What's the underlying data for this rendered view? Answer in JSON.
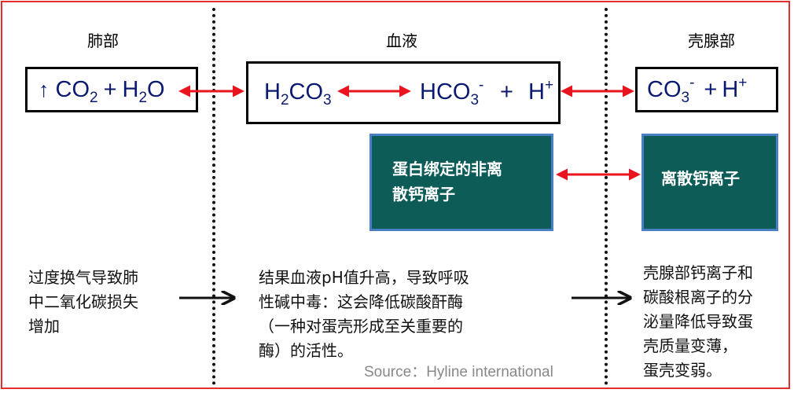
{
  "columns": {
    "lung": {
      "heading": "肺部"
    },
    "blood": {
      "heading": "血液"
    },
    "shell_gland": {
      "heading": "壳腺部"
    }
  },
  "formulas": {
    "lung": {
      "arrow": "↑",
      "co": "CO",
      "co_sub": "2",
      "plus": "+",
      "h": "H",
      "h_sub": "2",
      "o": "O"
    },
    "blood_left": {
      "h": "H",
      "h_sub": "2",
      "co": "CO",
      "co_sub": "3"
    },
    "blood_right": {
      "hco": "HCO",
      "hco_sub": "3",
      "hco_sup": "-",
      "plus": "+",
      "h": "H",
      "h_sup": "+"
    },
    "shell": {
      "co": "CO",
      "co_sub": "3",
      "co_sup": "-",
      "plus": "+",
      "h": "H",
      "h_sup": "+"
    }
  },
  "boxes": {
    "bound_calcium": {
      "line1": "蛋白绑定的非离",
      "line2": "散钙离子"
    },
    "free_calcium": {
      "line1": "离散钙离子"
    }
  },
  "descriptions": {
    "lung": {
      "line1": "过度换气导致肺",
      "line2": "中二氧化碳损失",
      "line3": "增加"
    },
    "blood": {
      "line1": "结果血液pH值升高，导致呼吸",
      "line2": "性碱中毒：这会降低碳酸酐酶",
      "line3": "（一种对蛋壳形成至关重要的",
      "line4": "酶）的活性。"
    },
    "shell_gland": {
      "line1": "壳腺部钙离子和",
      "line2": "碳酸根离子的分",
      "line3": "泌量降低导致蛋",
      "line4": "壳质量变薄，",
      "line5": "蛋壳变弱。"
    }
  },
  "source": "Source：Hyline international",
  "colors": {
    "frame": "#e0302a",
    "arrow_red": "#e8141e",
    "box_green": "#0d5c58",
    "box_border": "#4a7fc4",
    "formula_text": "#0b1a70"
  }
}
